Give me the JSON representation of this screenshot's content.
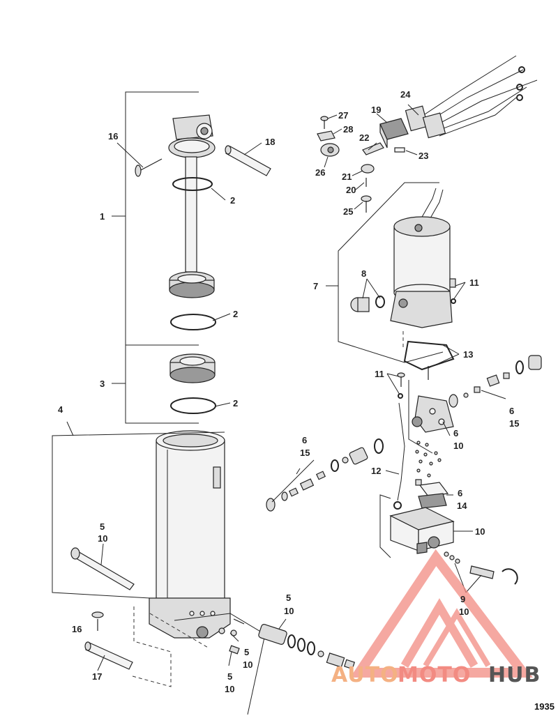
{
  "figure_number": "1935",
  "watermark": {
    "text_a": "AUTO",
    "text_b": "MOTO",
    "text_c": "HUB",
    "color_a": "#f4b183",
    "color_b": "#f28b82",
    "color_c": "#555555"
  },
  "callouts": {
    "c1": "1",
    "c2a": "2",
    "c2b": "2",
    "c2c": "2",
    "c3": "3",
    "c4": "4",
    "c5a": "5",
    "c10a": "10",
    "c5b": "5",
    "c10b": "10",
    "c5c": "5",
    "c10c": "10",
    "c5d": "5",
    "c10d": "10",
    "c6a": "6",
    "c15a": "15",
    "c6b": "6",
    "c15b": "15",
    "c6c": "6",
    "c10e": "10",
    "c6d": "6",
    "c14": "14",
    "c7": "7",
    "c8": "8",
    "c9": "9",
    "c10f": "10",
    "c10g": "10",
    "c11a": "11",
    "c11b": "11",
    "c12": "12",
    "c13": "13",
    "c16a": "16",
    "c16b": "16",
    "c17": "17",
    "c18": "18",
    "c19": "19",
    "c20": "20",
    "c21": "21",
    "c22": "22",
    "c23": "23",
    "c24": "24",
    "c25": "25",
    "c26": "26",
    "c27": "27",
    "c28": "28"
  }
}
